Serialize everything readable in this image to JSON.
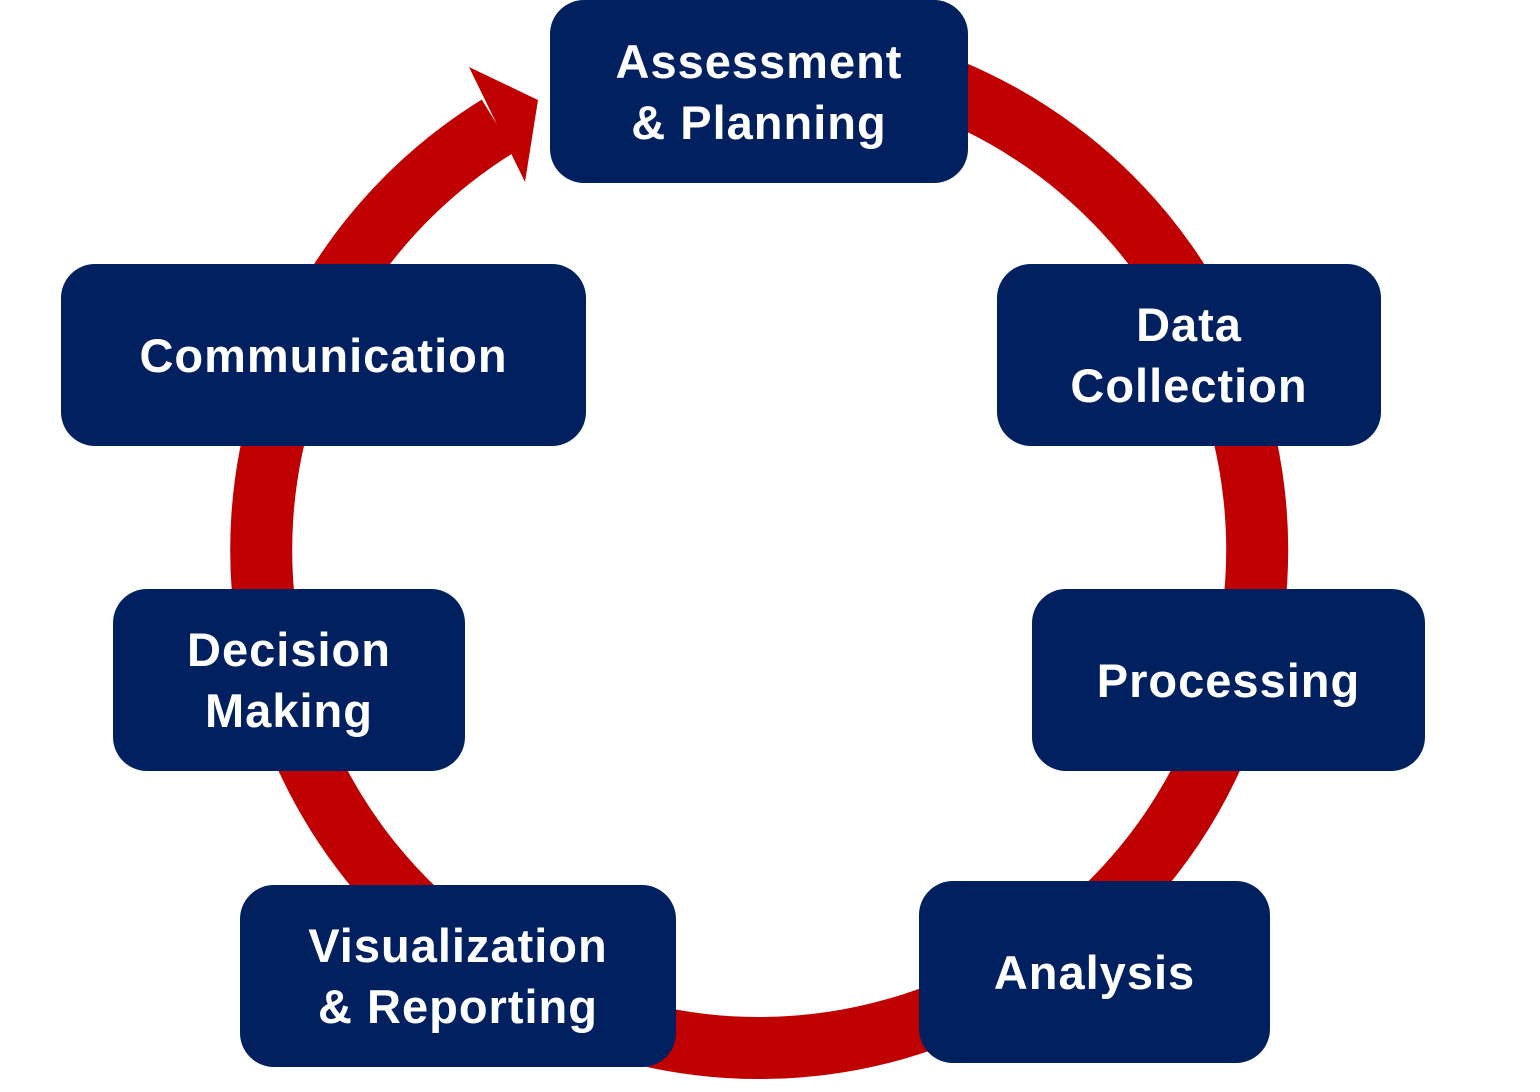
{
  "colors": {
    "ring": "#C00000",
    "box": "#002060",
    "text": "#FFFFFF"
  },
  "steps": [
    {
      "lines": [
        "Assessment",
        "& Planning"
      ]
    },
    {
      "lines": [
        "Data",
        "Collection"
      ]
    },
    {
      "lines": [
        "Processing"
      ]
    },
    {
      "lines": [
        "Analysis"
      ]
    },
    {
      "lines": [
        "Visualization",
        "& Reporting"
      ]
    },
    {
      "lines": [
        "Decision",
        "Making"
      ]
    },
    {
      "lines": [
        "Communication"
      ]
    }
  ]
}
